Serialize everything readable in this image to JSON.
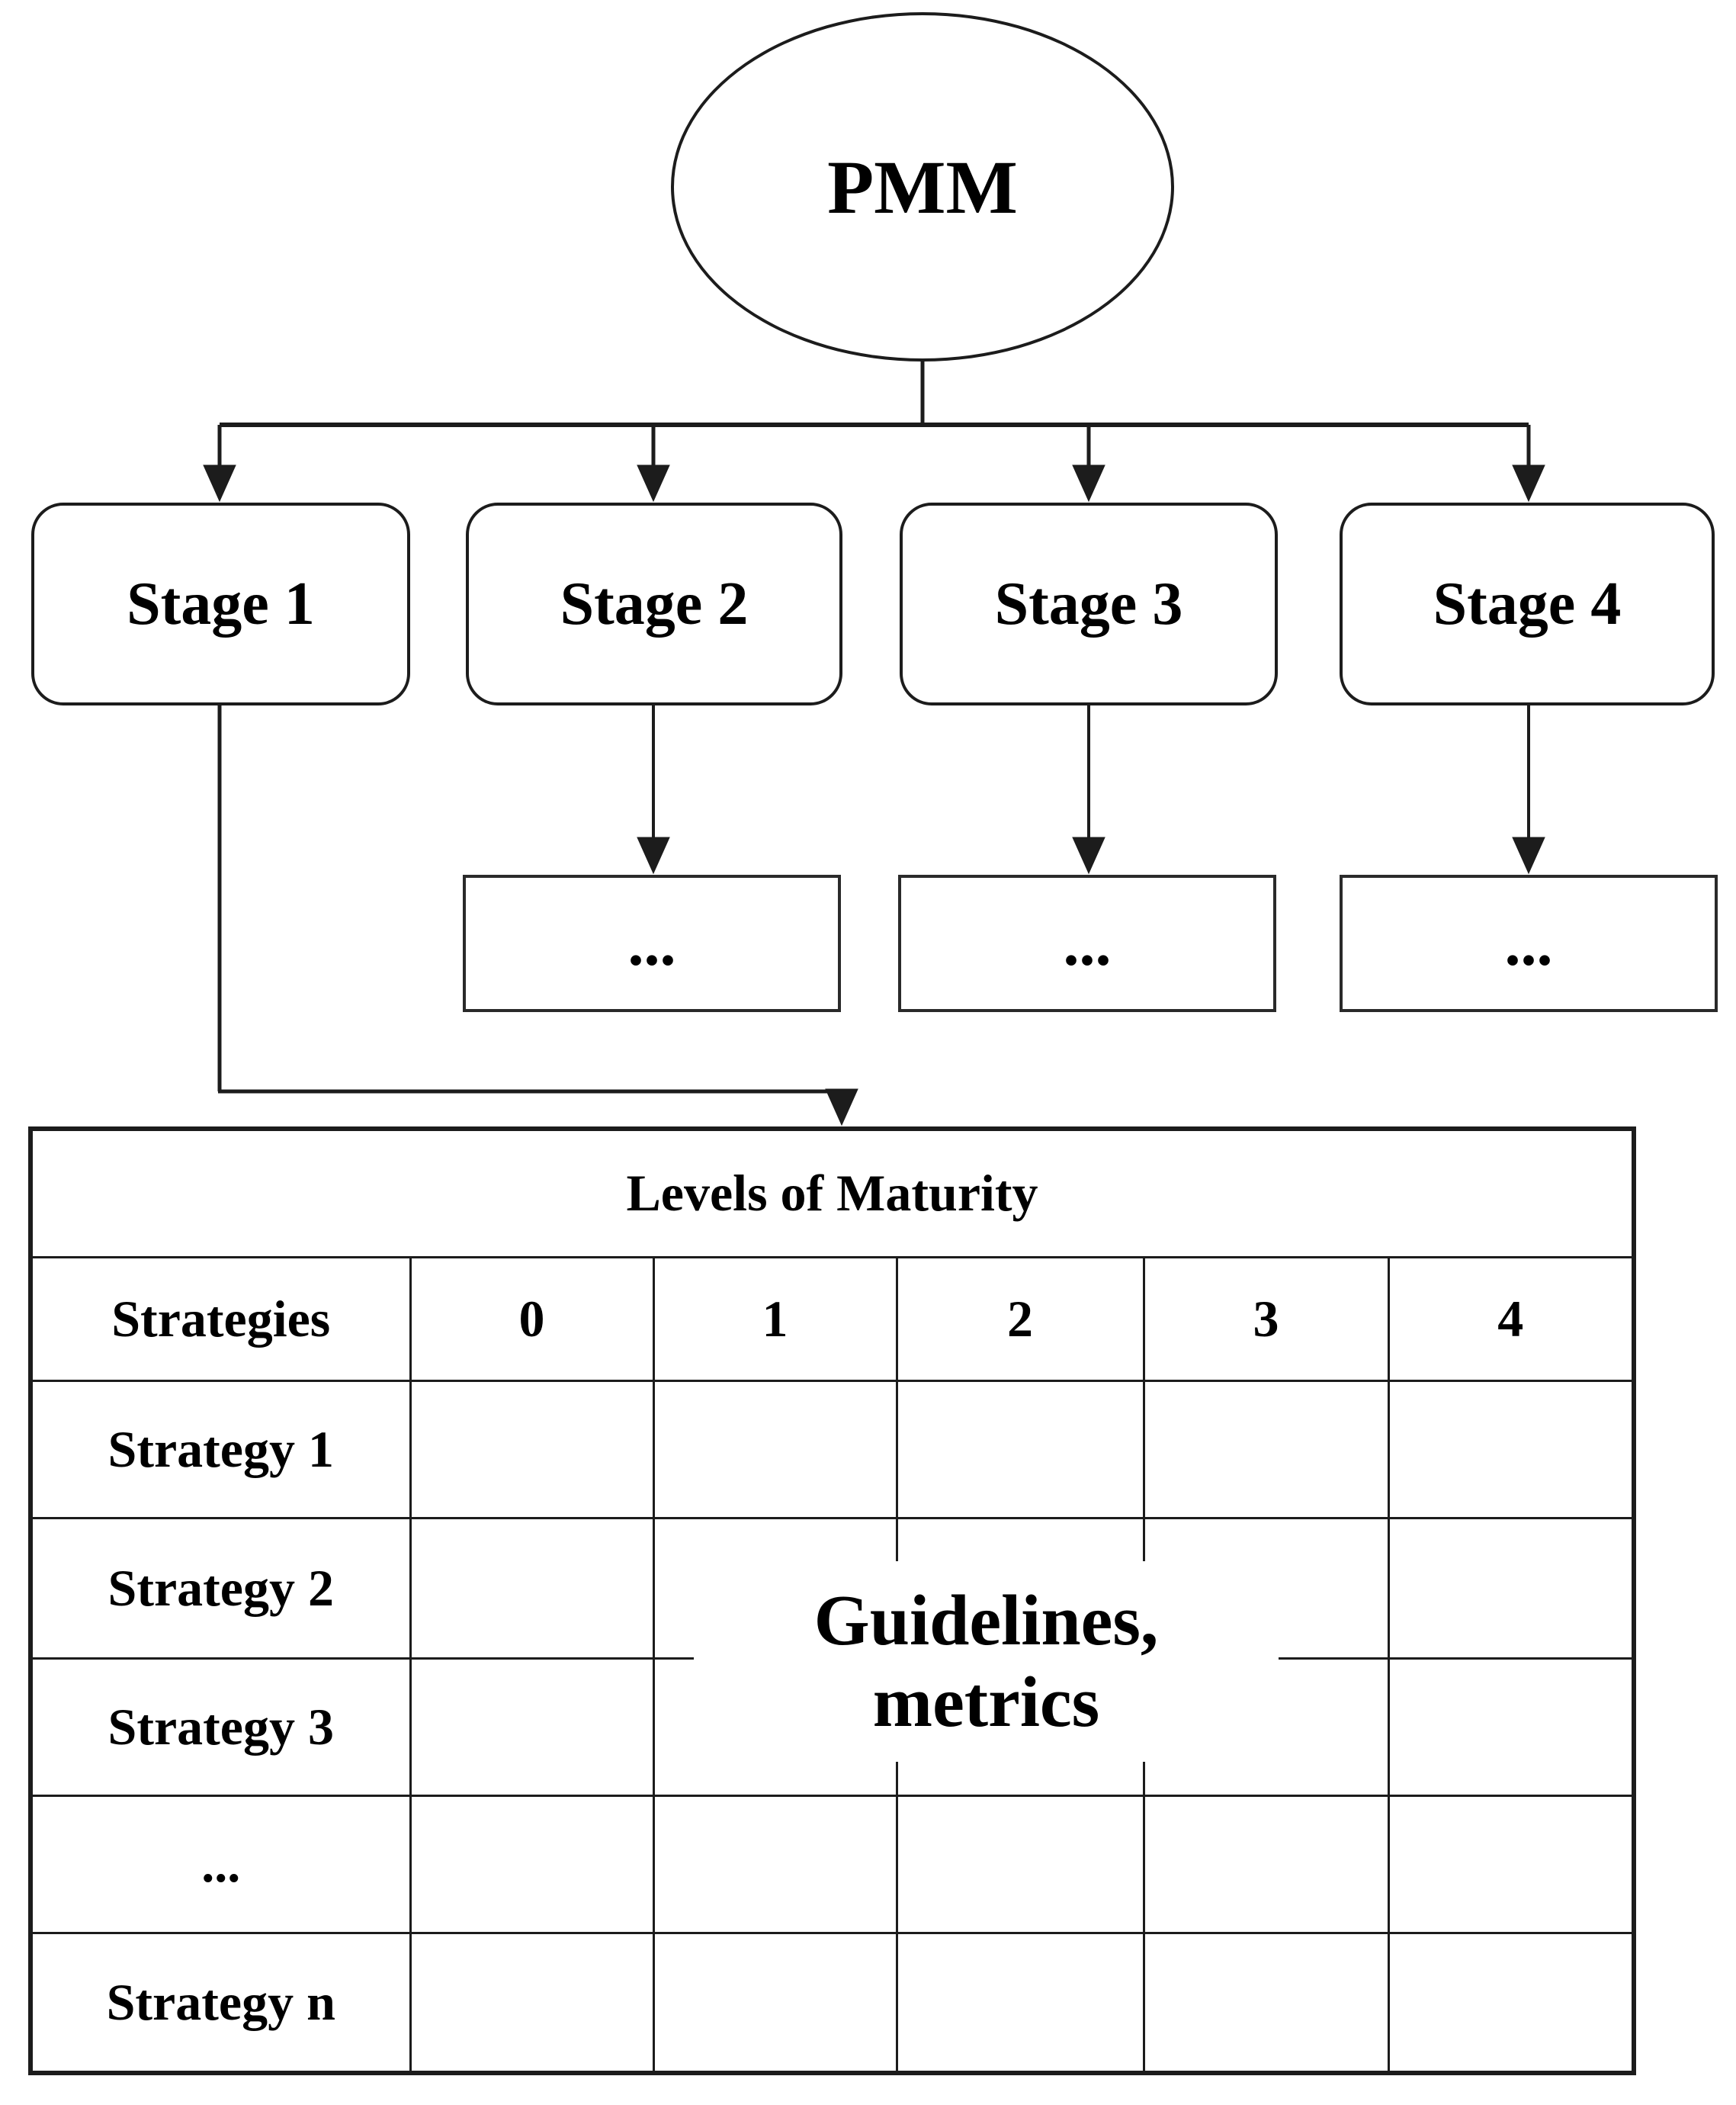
{
  "figure": {
    "root_node": {
      "label": "PMM"
    },
    "stages": [
      {
        "label": "Stage 1"
      },
      {
        "label": "Stage 2"
      },
      {
        "label": "Stage 3"
      },
      {
        "label": "Stage 4"
      }
    ],
    "continuation_boxes": [
      {
        "label": "..."
      },
      {
        "label": "..."
      },
      {
        "label": "..."
      }
    ],
    "maturity_table": {
      "title": "Levels of Maturity",
      "row_header": "Strategies",
      "level_columns": [
        "0",
        "1",
        "2",
        "3",
        "4"
      ],
      "strategy_rows": [
        "Strategy 1",
        "Strategy 2",
        "Strategy 3",
        "...",
        "Strategy n"
      ],
      "center_note_line1": "Guidelines,",
      "center_note_line2": "metrics"
    },
    "colors": {
      "line": "#1c1c1c",
      "text": "#000000",
      "background": "#ffffff"
    }
  }
}
